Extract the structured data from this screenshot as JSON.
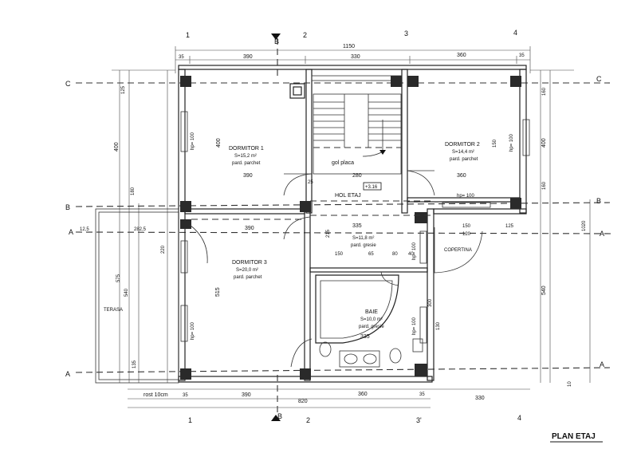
{
  "title": "PLAN ETAJ",
  "axes": {
    "top": [
      "1",
      "2",
      "3",
      "4"
    ],
    "bottom": [
      "1",
      "2",
      "3'",
      "4"
    ],
    "left": [
      "C",
      "B",
      "A",
      "A"
    ],
    "right": [
      "C",
      "B",
      "A",
      "A"
    ],
    "section": "B"
  },
  "rooms": {
    "dormitor1": {
      "name": "DORMITOR 1",
      "area": "S=15,2 m²",
      "floor": "pard. parchet"
    },
    "dormitor2": {
      "name": "DORMITOR 2",
      "area": "S=14,4 m²",
      "floor": "pard. parchet"
    },
    "dormitor3": {
      "name": "DORMITOR 3",
      "area": "S=20,0 m²",
      "floor": "pard. parchet"
    },
    "hol": {
      "name": "HOL ETAJ",
      "area": "S=11,8 m²",
      "floor": "pard. gresie"
    },
    "baie": {
      "name": "BAIE",
      "area": "S=10,0 m²",
      "floor": "pard. gresie"
    },
    "terasa": {
      "name": "TERASA"
    },
    "copertina": {
      "name": "COPERTINA"
    },
    "gol": {
      "name": "gol placa"
    },
    "level": "+3.16"
  },
  "dims": {
    "top_total": "1150",
    "top": [
      "35",
      "390",
      "330",
      "360",
      "35"
    ],
    "bottom_total": "820",
    "bottom": [
      "35",
      "390",
      "360",
      "35",
      "330"
    ],
    "left": [
      "125",
      "400",
      "180",
      "12,5",
      "282,5",
      "575",
      "540",
      "135"
    ],
    "right": [
      "160",
      "400",
      "160",
      "1020",
      "540",
      "10"
    ],
    "interior": [
      "390",
      "280",
      "360",
      "335",
      "390",
      "150",
      "65",
      "80",
      "40",
      "150",
      "120",
      "125",
      "25",
      "215",
      "515",
      "400",
      "150",
      "300",
      "130",
      "335",
      "220"
    ],
    "window": "hp= 100",
    "rost": "rost 10cm"
  }
}
